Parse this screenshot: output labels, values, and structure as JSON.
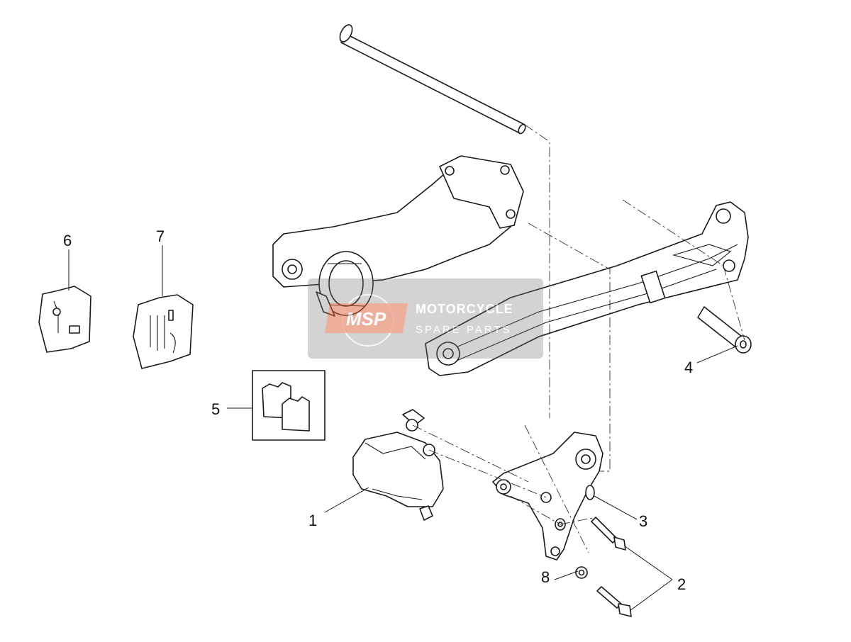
{
  "callouts": [
    {
      "id": "1",
      "label": "1"
    },
    {
      "id": "2",
      "label": "2"
    },
    {
      "id": "3",
      "label": "3"
    },
    {
      "id": "4",
      "label": "4"
    },
    {
      "id": "5",
      "label": "5"
    },
    {
      "id": "6",
      "label": "6"
    },
    {
      "id": "7",
      "label": "7"
    },
    {
      "id": "8",
      "label": "8"
    }
  ],
  "watermark": {
    "logo_text": "MSP",
    "line1": "MOTORCYCLE",
    "line2": "SPARE PARTS",
    "color": "#e8623a"
  },
  "colors": {
    "line": "#1a1a1a",
    "background": "#ffffff"
  }
}
